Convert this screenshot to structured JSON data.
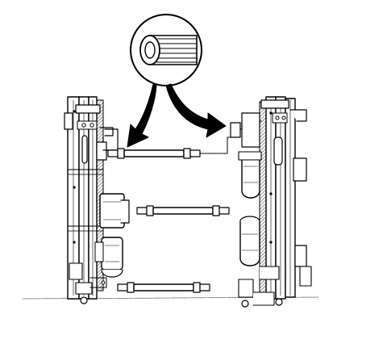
{
  "diagram": {
    "colors": {
      "background": "#ffffff",
      "line": "#000000",
      "fill": "#ffffff",
      "hatch": "#000000",
      "shade": "#8a8a8a"
    },
    "parts": {
      "detail_view": "shaft-end-detail",
      "left_track": "left-seat-adjuster-track",
      "right_track": "right-seat-adjuster-track",
      "shafts": [
        "upper-drive-shaft",
        "middle-drive-shaft",
        "lower-drive-shaft"
      ],
      "arrows": [
        "arrow-to-left-track",
        "arrow-to-right-track"
      ],
      "motors": [
        "upper-motor",
        "lower-motor"
      ]
    }
  }
}
